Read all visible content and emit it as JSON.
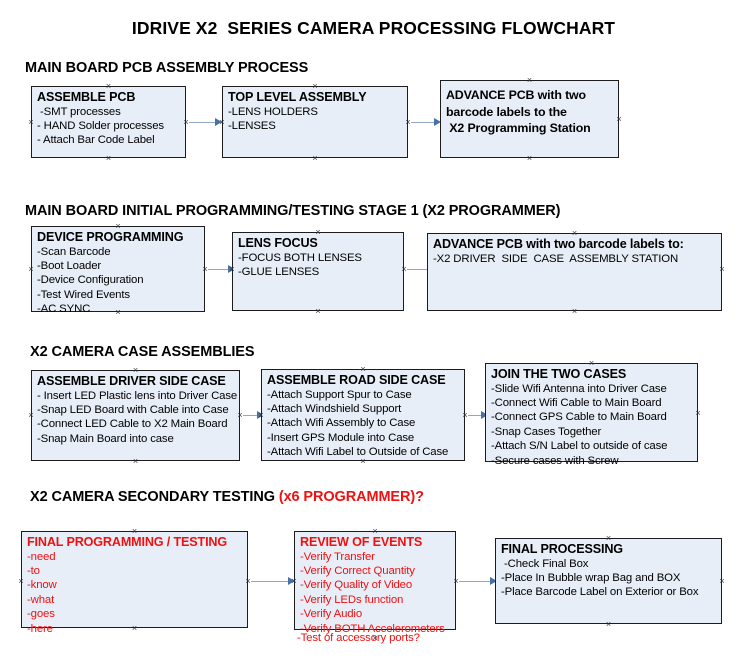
{
  "document": {
    "title": "IDRIVE X2  SERIES CAMERA PROCESSING FLOWCHART"
  },
  "colors": {
    "box_fill": "#e8eef8",
    "box_border": "#1c1c1c",
    "text": "#000000",
    "accent_red": "#ee1111",
    "arrow_shaft": "#90a8c4",
    "arrow_head": "#4571a8",
    "background": "#ffffff"
  },
  "sections": [
    {
      "id": "main-board-pcb-assembly-process",
      "heading": "MAIN BOARD PCB ASSEMBLY PROCESS",
      "heading_accent": "",
      "boxes": [
        {
          "id": "assemble-pcb",
          "title": "ASSEMBLE PCB",
          "title_bold": true,
          "text_color": "black",
          "lines": [
            " -SMT processes",
            "- HAND Solder processes",
            "- Attach Bar Code Label"
          ],
          "lines_bold": false
        },
        {
          "id": "top-level-assembly",
          "title": "TOP LEVEL ASSEMBLY",
          "title_bold": true,
          "text_color": "black",
          "lines": [
            "-LENS HOLDERS",
            "-LENSES"
          ],
          "lines_bold": false
        },
        {
          "id": "advance-pcb-to-x2-programming-station",
          "title": "",
          "title_bold": true,
          "text_color": "black",
          "lines": [
            "ADVANCE PCB with two",
            "barcode labels to the",
            " X2 Programming Station"
          ],
          "lines_bold": true
        }
      ]
    },
    {
      "id": "main-board-initial-programming",
      "heading": "MAIN BOARD INITIAL PROGRAMMING/TESTING STAGE 1 (X2 PROGRAMMER)",
      "heading_accent": "",
      "boxes": [
        {
          "id": "device-programming",
          "title": "DEVICE PROGRAMMING",
          "title_bold": true,
          "text_color": "black",
          "lines": [
            "-Scan Barcode",
            "-Boot Loader",
            "-Device Configuration",
            "-Test Wired Events",
            "-AC SYNC"
          ],
          "lines_bold": false
        },
        {
          "id": "lens-focus",
          "title": "LENS FOCUS",
          "title_bold": true,
          "text_color": "black",
          "lines": [
            "-FOCUS BOTH LENSES",
            "-GLUE LENSES"
          ],
          "lines_bold": false
        },
        {
          "id": "advance-pcb-to-driver-side-case-station",
          "title": "ADVANCE PCB with two barcode labels to:",
          "title_bold": true,
          "text_color": "black",
          "lines": [
            "-X2 DRIVER  SIDE  CASE  ASSEMBLY STATION"
          ],
          "lines_bold": false
        }
      ]
    },
    {
      "id": "x2-camera-case-assemblies",
      "heading": "X2 CAMERA CASE ASSEMBLIES",
      "heading_accent": "",
      "boxes": [
        {
          "id": "assemble-driver-side-case",
          "title": "ASSEMBLE DRIVER SIDE CASE",
          "title_bold": true,
          "text_color": "black",
          "lines": [
            "- Insert LED Plastic lens into Driver Case",
            "-Snap LED Board with Cable into Case",
            "-Connect LED Cable to X2 Main Board",
            "-Snap Main Board into case"
          ],
          "lines_bold": false
        },
        {
          "id": "assemble-road-side-case",
          "title": "ASSEMBLE ROAD SIDE CASE",
          "title_bold": true,
          "text_color": "black",
          "lines": [
            "-Attach Support Spur to Case",
            "-Attach Windshield Support",
            "-Attach Wifi Assembly to Case",
            "-Insert GPS Module into Case",
            "-Attach Wifi Label to Outside of Case"
          ],
          "lines_bold": false
        },
        {
          "id": "join-the-two-cases",
          "title": "JOIN THE TWO CASES",
          "title_bold": true,
          "text_color": "black",
          "lines": [
            "-Slide Wifi Antenna into Driver Case",
            "-Connect Wifi Cable to Main Board",
            "-Connect GPS Cable to Main Board",
            "-Snap Cases Together",
            "-Attach S/N Label to outside of case",
            "-Secure cases with Screw"
          ],
          "lines_bold": false
        }
      ]
    },
    {
      "id": "x2-camera-secondary-testing",
      "heading": "X2 CAMERA SECONDARY TESTING ",
      "heading_accent": "(x6 PROGRAMMER)?",
      "boxes": [
        {
          "id": "final-programming-testing",
          "title": "FINAL PROGRAMMING / TESTING",
          "title_bold": true,
          "text_color": "red",
          "lines": [
            "-need",
            "-to",
            "-know",
            "-what",
            "-goes",
            "-here"
          ],
          "lines_bold": false
        },
        {
          "id": "review-of-events",
          "title": "REVIEW OF EVENTS",
          "title_bold": true,
          "text_color": "red",
          "lines": [
            "-Verify Transfer",
            "-Verify Correct Quantity",
            "-Verify Quality of Video",
            "-Verify LEDs function",
            "-Verify Audio",
            "-Verify BOTH Accelerometers"
          ],
          "lines_bold": false,
          "overflow_line": "-Test of accessory ports?"
        },
        {
          "id": "final-processing",
          "title": "FINAL PROCESSING",
          "title_bold": true,
          "text_color": "black",
          "lines": [
            " -Check Final Box",
            "-Place In Bubble wrap Bag and BOX",
            "-Place Barcode Label on Exterior or Box"
          ],
          "lines_bold": false
        }
      ]
    }
  ]
}
